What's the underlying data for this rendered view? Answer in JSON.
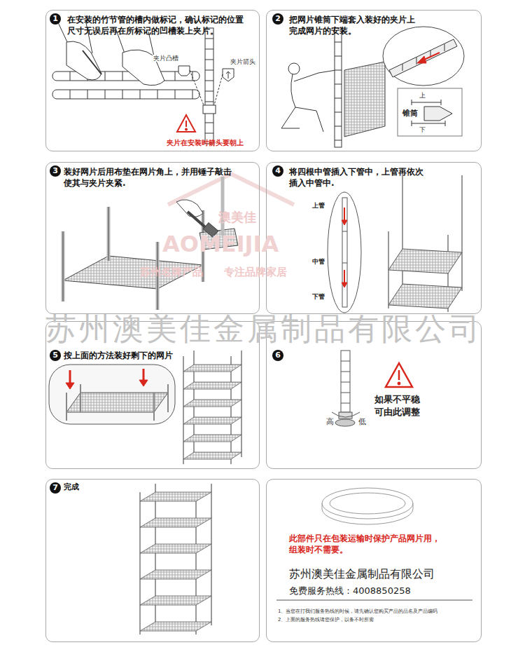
{
  "diagram": {
    "nodes": [
      {
        "text": [
          "在安装的竹节管的槽内做标记，确认标记的位置尺寸无误后再在所标记的凹槽装上夹片。"
        ]
      },
      {
        "text": [
          "把网片锥筒下端套入装好的夹片上完成网片的安装。"
        ]
      },
      {
        "text": [
          "装好网片后用布垫在网片角上，并用锤子敲击使其与夹片夹紧."
        ]
      },
      {
        "text": [
          "将四根中管插入下管中，上管再依次插入中管中."
        ]
      },
      {
        "text": [
          "按上面的方法装好剩下的网片"
        ]
      },
      {
        "text": [
          "如果不平稳 可由此调整"
        ]
      },
      {
        "text": [
          "完成"
        ]
      },
      {
        "text": [
          "此部件只在包装运输时保护产品网片用，组装时不需要。",
          "苏州澳美佳金属制品有限公司",
          "免费服务热线：4008850258",
          "1、当您在打我们服务热线的时候，请先确认您购买产品的品名及产品编码",
          "2、上面的服务热线请您保护，以备不时所需"
        ]
      }
    ],
    "labels": [
      "1",
      "夹片凸槽",
      "夹片箭头",
      "夹片在安装时箭头要朝上",
      "2",
      "上",
      "锥筒",
      "下",
      "3",
      "4",
      "上管",
      "中管",
      "下管",
      "苏州澳美佳金属制品有限公司",
      "5",
      "6",
      "高",
      "低",
      "7",
      "澳美佳",
      "AOMEIJIA",
      "苏州名牌产品",
      "专注品牌家居"
    ]
  }
}
